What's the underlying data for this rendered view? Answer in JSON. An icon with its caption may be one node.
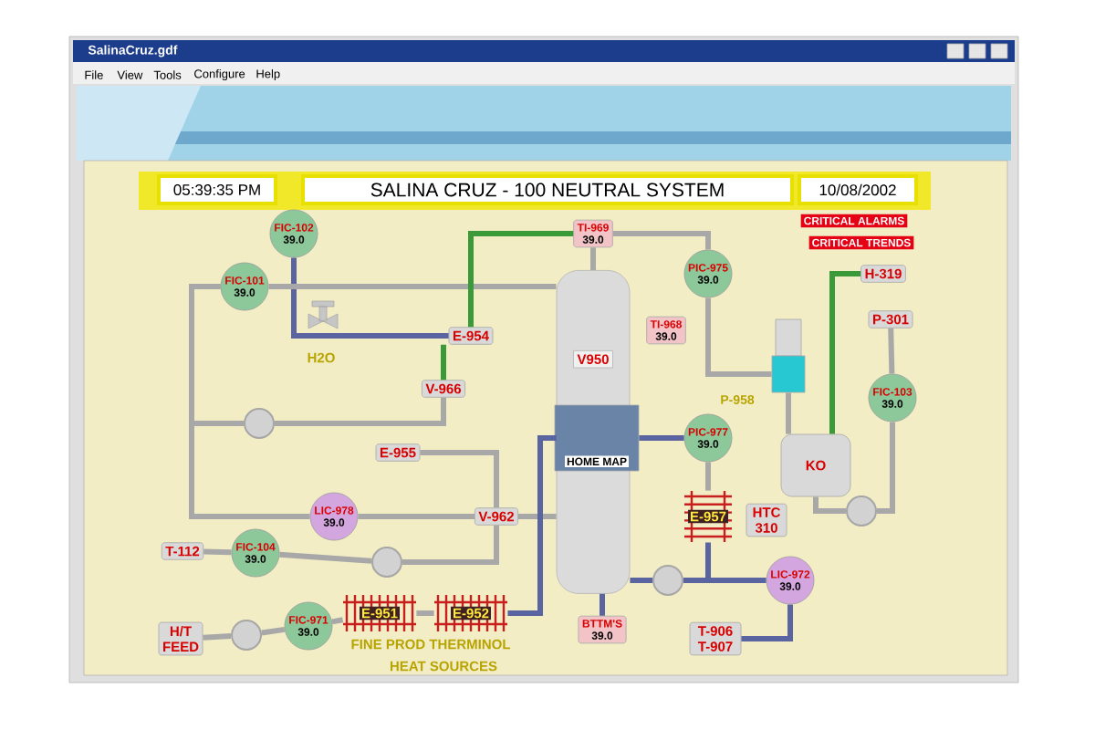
{
  "diagram": {
    "nodes": [
      {
        "text": [
          "05:39:35 PM"
        ]
      },
      {
        "text": [
          "SALINA CRUZ - 100 NEUTRAL SYSTEM"
        ]
      },
      {
        "text": [
          "10/08/2002"
        ]
      },
      {
        "text": [
          "CRITICAL ALARMS"
        ]
      },
      {
        "text": [
          "CRITICAL TRENDS"
        ]
      },
      {
        "text": [
          "FIC-102",
          "39.0"
        ]
      },
      {
        "text": [
          "FIC-101",
          "39.0"
        ]
      },
      {
        "text": [
          "E-954"
        ]
      },
      {
        "text": [
          "V-966"
        ]
      },
      {
        "text": [
          "E-955"
        ]
      },
      {
        "text": [
          "V-962"
        ]
      },
      {
        "text": [
          "V950"
        ]
      },
      {
        "text": [
          "HOME MAP"
        ]
      },
      {
        "text": [
          "TI-969",
          "39.0"
        ]
      },
      {
        "text": [
          "TI-968",
          "39.0"
        ]
      },
      {
        "text": [
          "PIC-975",
          "39.0"
        ]
      },
      {
        "text": [],
        "shape": "box",
        "beside": [
          "P-958"
        ]
      },
      {
        "text": [
          "H-319"
        ]
      },
      {
        "text": [
          "P-301"
        ]
      },
      {
        "text": [
          "FIC-103",
          "39.0"
        ]
      },
      {
        "text": [
          "KO"
        ]
      },
      {
        "text": [],
        "shape": "circle"
      },
      {
        "text": [
          "PIC-977",
          "39.0"
        ]
      },
      {
        "text": [
          "E-957"
        ]
      },
      {
        "text": [
          "HTC 310"
        ]
      },
      {
        "text": [],
        "shape": "circle"
      },
      {
        "text": [
          "LIC-972",
          "39.0"
        ]
      },
      {
        "text": [
          "BTTM'S",
          "39.0"
        ]
      },
      {
        "text": [
          "T-906 T-907"
        ]
      },
      {
        "text": [
          "LIC-978",
          "39.0"
        ]
      },
      {
        "text": [
          "T-112"
        ]
      },
      {
        "text": [
          "FIC-104",
          "39.0"
        ]
      },
      {
        "text": [],
        "shape": "circle"
      },
      {
        "text": [
          "H/T FEED"
        ]
      },
      {
        "text": [],
        "shape": "circle"
      },
      {
        "text": [
          "FIC-971",
          "39.0"
        ]
      },
      {
        "text": [
          "E-951"
        ]
      },
      {
        "text": [
          "E-952"
        ]
      },
      {
        "text": [],
        "shape": "circle"
      }
    ],
    "edges": [
      {
        "from": 5,
        "to": 7,
        "arrow": "none",
        "color": "#5a64a0"
      },
      {
        "from": 6,
        "to": 11,
        "arrow": "none"
      },
      {
        "from": 6,
        "to": 38,
        "arrow": "none"
      },
      {
        "from": 6,
        "to": 29,
        "arrow": "none"
      },
      {
        "from": 38,
        "to": 8,
        "arrow": "none"
      },
      {
        "from": 8,
        "to": 7,
        "arrow": "none",
        "color": "#3a9a3a"
      },
      {
        "from": 7,
        "to": 13,
        "arrow": "none",
        "color": "#3a9a3a"
      },
      {
        "from": 9,
        "to": 10,
        "arrow": "none"
      },
      {
        "from": 29,
        "to": 10,
        "arrow": "none"
      },
      {
        "from": 10,
        "to": 11,
        "arrow": "none"
      },
      {
        "from": 30,
        "to": 31,
        "arrow": "none"
      },
      {
        "from": 31,
        "to": 32,
        "arrow": "none"
      },
      {
        "from": 32,
        "to": 10,
        "arrow": "none"
      },
      {
        "from": 33,
        "to": 34,
        "arrow": "none"
      },
      {
        "from": 34,
        "to": 35,
        "arrow": "none"
      },
      {
        "from": 35,
        "to": 36,
        "arrow": "none"
      },
      {
        "from": 36,
        "to": 37,
        "arrow": "none"
      },
      {
        "from": 37,
        "to": 11,
        "arrow": "none",
        "color": "#5a64a0"
      },
      {
        "from": 11,
        "to": 13,
        "arrow": "none"
      },
      {
        "from": 13,
        "to": 15,
        "arrow": "none"
      },
      {
        "from": 15,
        "to": 16,
        "arrow": "none"
      },
      {
        "from": 16,
        "to": 20,
        "arrow": "none"
      },
      {
        "from": 17,
        "to": 20,
        "arrow": "none",
        "color": "#3a9a3a"
      },
      {
        "from": 20,
        "to": 21,
        "arrow": "none"
      },
      {
        "from": 21,
        "to": 19,
        "arrow": "none"
      },
      {
        "from": 19,
        "to": 18,
        "arrow": "none"
      },
      {
        "from": 12,
        "to": 22,
        "arrow": "none",
        "color": "#5a64a0"
      },
      {
        "from": 22,
        "to": 23,
        "arrow": "none"
      },
      {
        "from": 23,
        "to": 25,
        "arrow": "none",
        "color": "#5a64a0"
      },
      {
        "from": 25,
        "to": 11,
        "arrow": "none",
        "color": "#5a64a0"
      },
      {
        "from": 25,
        "to": 26,
        "arrow": "none",
        "color": "#5a64a0"
      },
      {
        "from": 26,
        "to": 28,
        "arrow": "none",
        "color": "#5a64a0"
      },
      {
        "from": 27,
        "to": 11,
        "arrow": "none",
        "color": "#5a64a0"
      }
    ],
    "labels": [
      "SalinaCruz.gdf",
      "File",
      "View",
      "Tools",
      "Configure",
      "Help",
      "H2O",
      "FINE PROD THERMINOL",
      "HEAT SOURCES"
    ]
  }
}
